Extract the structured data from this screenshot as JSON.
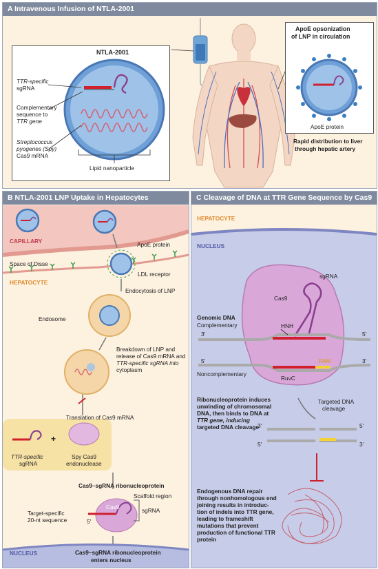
{
  "panelA": {
    "title": "A  Intravenous Infusion of NTLA-2001",
    "particle_title": "NTLA-2001",
    "sgrna_l1": "TTR-specific",
    "sgrna_l2": "sgRNA",
    "comp_l1": "Complementary",
    "comp_l2": "sequence to",
    "comp_l3": "TTR gene",
    "spy_l1": "Streptococcus",
    "spy_l2": "pyogenes (Spy)",
    "spy_l3": "Cas9 mRNA",
    "lipid": "Lipid nanoparticle",
    "apoe_title_l1": "ApoE opsonization",
    "apoe_title_l2": "of LNP in circulation",
    "apoe_protein": "ApoE protein",
    "rapid_l1": "Rapid distribution to liver",
    "rapid_l2": "through hepatic artery"
  },
  "panelB": {
    "title": "B  NTLA-2001 LNP Uptake in Hepatocytes",
    "capillary": "CAPILLARY",
    "apoe_protein": "ApoE protein",
    "space_disse": "Space of Disse",
    "hepatocyte": "HEPATOCYTE",
    "ldl": "LDL receptor",
    "endocytosis": "Endocytosis of LNP",
    "endosome": "Endosome",
    "breakdown_l1": "Breakdown of LNP and",
    "breakdown_l2": "release of Cas9 mRNA and",
    "breakdown_l3": "TTR-specific sgRNA into",
    "breakdown_l4": "cytoplasm",
    "translation": "Translation of Cas9 mRNA",
    "plus": "+",
    "ttr_l1": "TTR-specific",
    "ttr_l2": "sgRNA",
    "spy_l1": "Spy Cas9",
    "spy_l2": "endonuclease",
    "rnp": "Cas9–sgRNA ribonucleoprotein",
    "scaffold": "Scaffold region",
    "cas9": "Cas9",
    "sgrna": "sgRNA",
    "target_l1": "Target-specific",
    "target_l2": "20-nt sequence",
    "five_prime": "5′",
    "nucleus": "NUCLEUS",
    "enters_l1": "Cas9–sgRNA ribonucleoprotein",
    "enters_l2": "enters nucleus"
  },
  "panelC": {
    "title": "C  Cleavage of DNA at TTR Gene Sequence by Cas9",
    "hepatocyte": "HEPATOCYTE",
    "nucleus": "NUCLEUS",
    "sgrna": "sgRNA",
    "cas9": "Cas9",
    "genomic": "Genomic DNA",
    "complementary": "Complementary",
    "hnh": "HNH",
    "three_prime": "3′",
    "five_prime": "5′",
    "pam": "PAM",
    "noncomp": "Noncomplementary",
    "ruvc": "RuvC",
    "ribo_l1": "Ribonucleoprotein induces",
    "ribo_l2": "unwinding of chromosomal",
    "ribo_l3": "DNA, then binds to DNA at",
    "ribo_l4": "TTR gene, inducing",
    "ribo_l5": "targeted DNA cleavage",
    "targeted_l1": "Targeted DNA",
    "targeted_l2": "cleavage",
    "repair_l1": "Endogenous DNA repair",
    "repair_l2": "through nonhomologous end",
    "repair_l3": "joining results in introduc-",
    "repair_l4": "tion of indels into TTR gene,",
    "repair_l5": "leading to frameshift",
    "repair_l6": "mutations that prevent",
    "repair_l7": "production of functional TTR",
    "repair_l8": "protein"
  },
  "colors": {
    "title_bar": "#7f8a9e",
    "panel_bg": "#fdf1e0",
    "nucleus": "#b6bde0",
    "cas9": "#d9a8d9",
    "rna": "#8a3f8f",
    "red_strand": "#d0202e",
    "pam_yellow": "#f2d335",
    "lnp_blue": "#5f95cf"
  }
}
